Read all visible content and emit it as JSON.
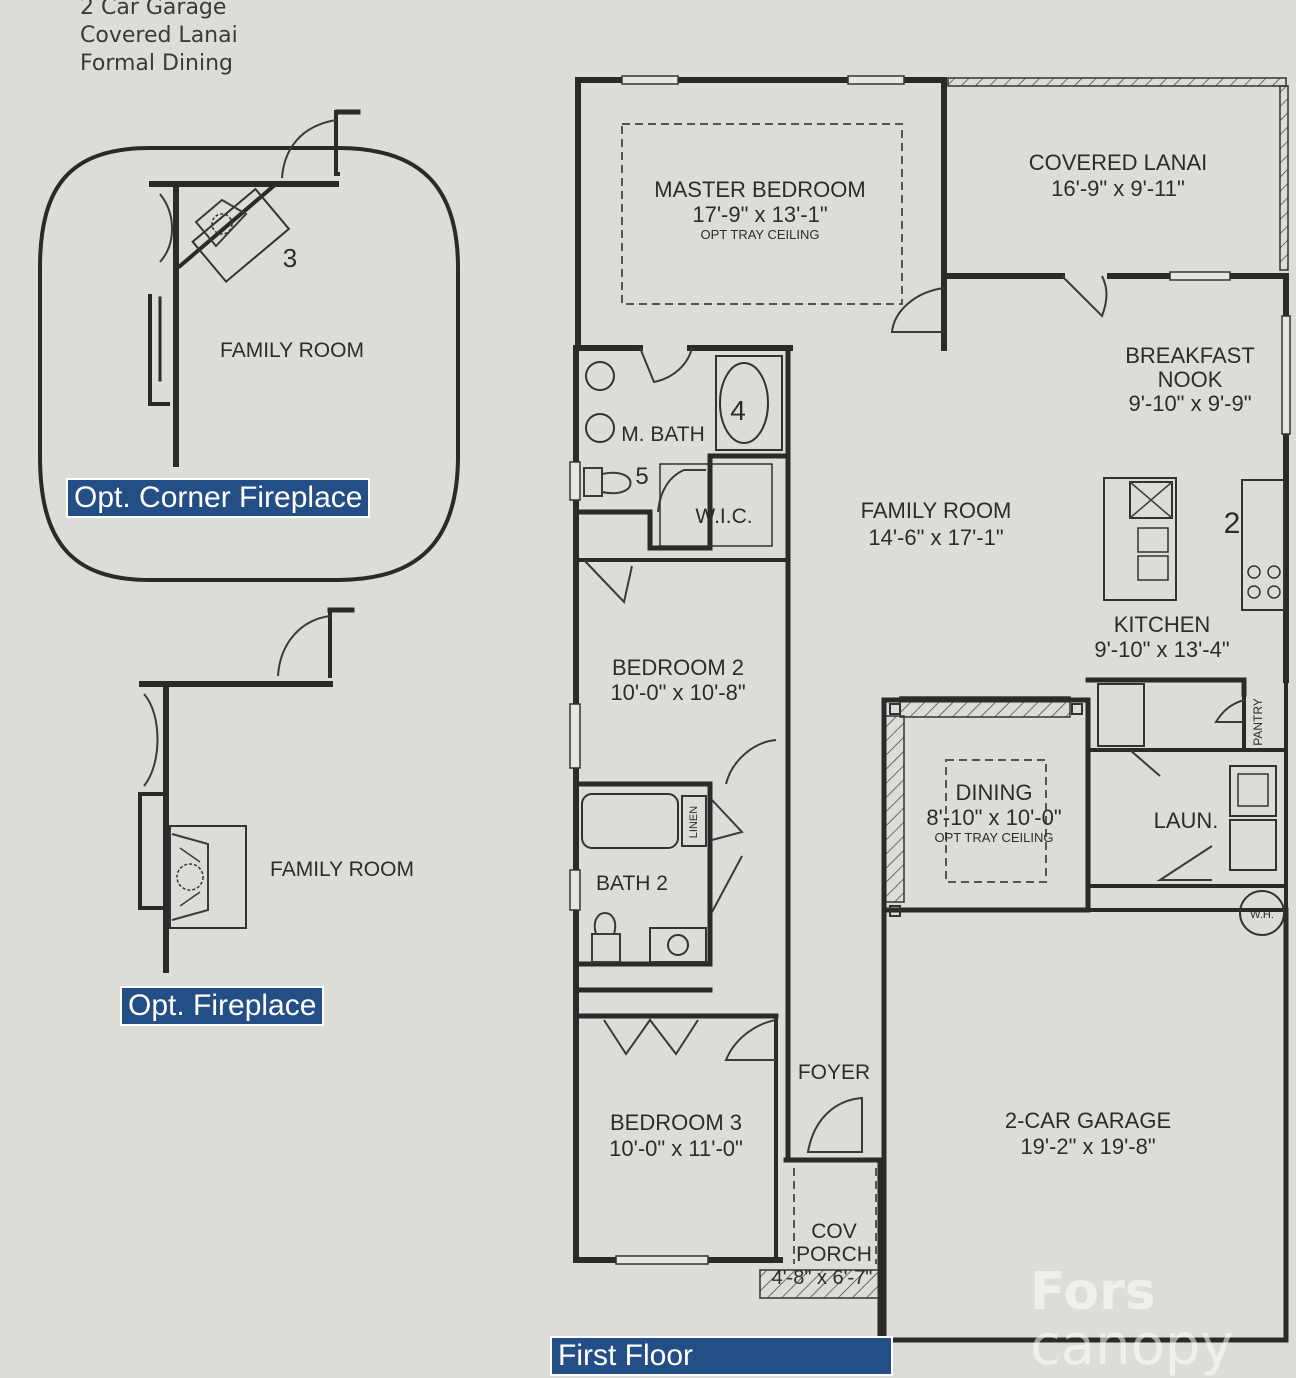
{
  "header_features": [
    "2 Car Garage",
    "Covered Lanai",
    "Formal Dining"
  ],
  "badges": {
    "corner_fireplace": "Opt. Corner Fireplace",
    "fireplace": "Opt. Fireplace",
    "first_floor": "First Floor"
  },
  "inset_labels": {
    "corner_room": "FAMILY ROOM",
    "corner_number": "3",
    "fireplace_room": "FAMILY ROOM"
  },
  "rooms": {
    "master_bedroom": {
      "name": "MASTER BEDROOM",
      "dims": "17'-9\" x 13'-1\"",
      "note": "OPT TRAY CEILING"
    },
    "covered_lanai": {
      "name": "COVERED LANAI",
      "dims": "16'-9\" x 9'-11\""
    },
    "breakfast_nook": {
      "name_1": "BREAKFAST",
      "name_2": "NOOK",
      "dims": "9'-10\" x 9'-9\""
    },
    "master_bath": {
      "name": "M. BATH",
      "number": "4",
      "toilet_number": "5"
    },
    "wic": {
      "name": "W.I.C."
    },
    "family_room": {
      "name": "FAMILY ROOM",
      "dims": "14'-6\" x 17'-1\""
    },
    "kitchen": {
      "name": "KITCHEN",
      "dims": "9'-10\" x 13'-4\"",
      "number": "2"
    },
    "bedroom_2": {
      "name": "BEDROOM 2",
      "dims": "10'-0\" x 10'-8\""
    },
    "dining": {
      "name": "DINING",
      "dims": "8'-10\" x 10'-0\"",
      "note": "OPT TRAY CEILING"
    },
    "pantry": {
      "name": "PANTRY"
    },
    "laundry": {
      "name": "LAUN."
    },
    "linen": {
      "name": "LINEN"
    },
    "bath_2": {
      "name": "BATH 2"
    },
    "water_heater": {
      "name": "W.H."
    },
    "foyer": {
      "name": "FOYER"
    },
    "bedroom_3": {
      "name": "BEDROOM 3",
      "dims": "10'-0\" x 11'-0\""
    },
    "garage": {
      "name": "2-CAR GARAGE",
      "dims": "19'-2\" x 19'-8\""
    },
    "cov_porch": {
      "name_1": "COV",
      "name_2": "PORCH",
      "dims": "4'-8\" x 6'-7\""
    }
  },
  "watermark": {
    "line_1": "Fors",
    "line_2": "canopy"
  }
}
